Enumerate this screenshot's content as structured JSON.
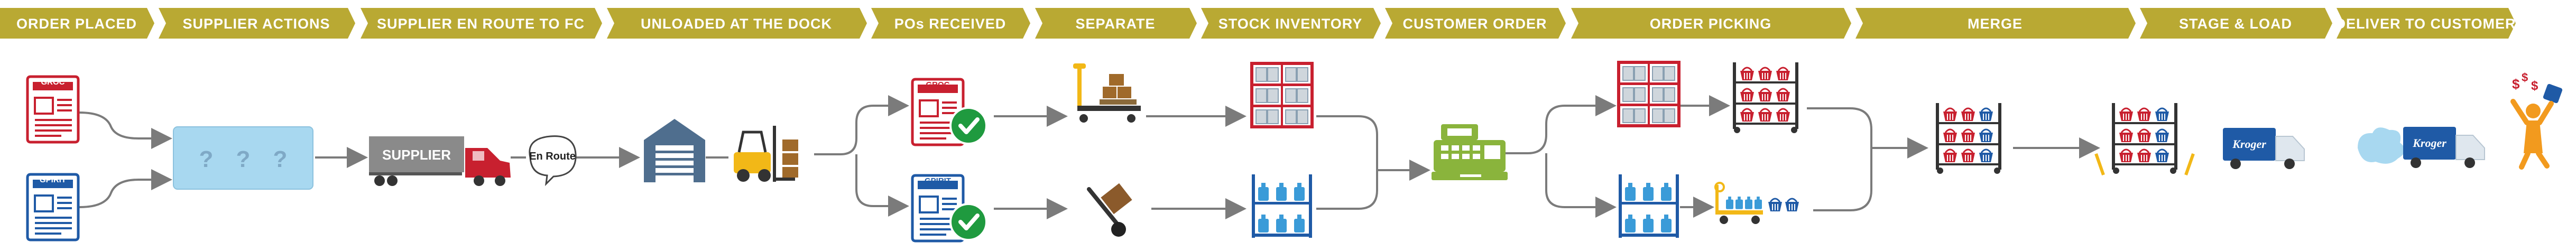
{
  "colors": {
    "banner": "#b9a933",
    "groc": "#c8202f",
    "gpirit": "#1f5aa6",
    "check": "#1f9a3f",
    "connector": "#7b7b7b",
    "question_box": "#a8d8f0",
    "supplier_trailer": "#8a8a8a",
    "truck_cab": "#c8202f",
    "warehouse": "#4f6e8e",
    "forklift": "#f2b817",
    "rack_frame": "#c8202f",
    "blue_item": "#3a9bd8",
    "basket": "#c8202f",
    "register": "#8ab43c",
    "kroger_truck": "#1f5aa6",
    "delivery_person": "#f29a1e"
  },
  "steps": [
    {
      "label": "ORDER  PLACED"
    },
    {
      "label": "SUPPLIER  ACTIONS"
    },
    {
      "label": "SUPPLIER  EN  ROUTE TO  FC"
    },
    {
      "label": "UNLOADED  AT  THE  DOCK"
    },
    {
      "label": "POs  RECEIVED"
    },
    {
      "label": "SEPARATE"
    },
    {
      "label": "STOCK INVENTORY"
    },
    {
      "label": "CUSTOMER  ORDER"
    },
    {
      "label": "ORDER  PICKING"
    },
    {
      "label": "MERGE"
    },
    {
      "label": "STAGE  &  LOAD"
    },
    {
      "label": "DELIVER  TO  CUSTOMER"
    }
  ],
  "icons": {
    "groc_doc": "document-icon",
    "gpirit_doc": "document-icon",
    "question_box": "question-box",
    "supplier_truck": "semi-truck-icon",
    "en_route_bubble": "speech-bubble",
    "warehouse": "warehouse-icon",
    "forklift": "forklift-icon",
    "check": "check-circle-icon",
    "pallet_jack": "pallet-jack-icon",
    "hand_truck": "hand-truck-icon",
    "shelf": "shelf-icon",
    "cash_register": "cash-register-icon",
    "basket_cart": "basket-cart-icon",
    "pick_cart": "pick-cart-icon",
    "kroger_truck": "delivery-truck-icon",
    "delivery_person": "celebrating-person-icon"
  },
  "labels": {
    "groc": "GROC",
    "gpirit": "GPIRIT",
    "question_marks": [
      "?",
      "?",
      "?"
    ],
    "supplier": "SUPPLIER",
    "en_route": "En Route",
    "brand": "Kroger"
  }
}
